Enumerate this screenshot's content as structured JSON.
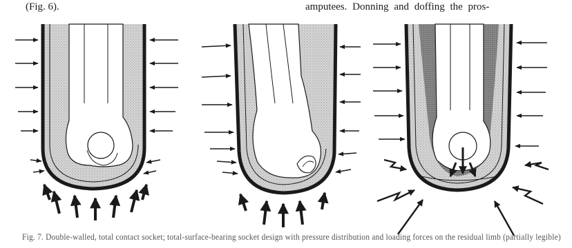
{
  "text": {
    "figure_reference": "(Fig. 6).",
    "body_text": "amputees. Donning and doffing the pros-",
    "caption": "Fig. 7. Double-walled, total contact socket; total-surface-bearing socket design with pressure distribution and loading forces on the residual limb (partially legible)"
  },
  "figure": {
    "panels": [
      {
        "name": "left",
        "description_key": "end-bearing"
      },
      {
        "name": "middle",
        "description_key": "pressure"
      },
      {
        "name": "right",
        "description_key": "forces"
      }
    ],
    "colors": {
      "ink": "#1a1a1a",
      "soft_tissue_fill": "#c9c9c9",
      "dense_fill": "#8e8e8e",
      "background": "#ffffff"
    }
  }
}
